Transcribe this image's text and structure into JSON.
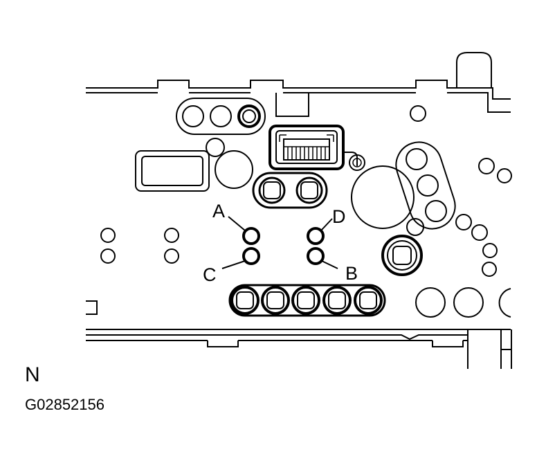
{
  "callouts": {
    "a": "A",
    "b": "B",
    "c": "C",
    "d": "D"
  },
  "view_label": "N",
  "figure_code": "G02852156",
  "colors": {
    "line": "#000000",
    "background": "#ffffff"
  }
}
